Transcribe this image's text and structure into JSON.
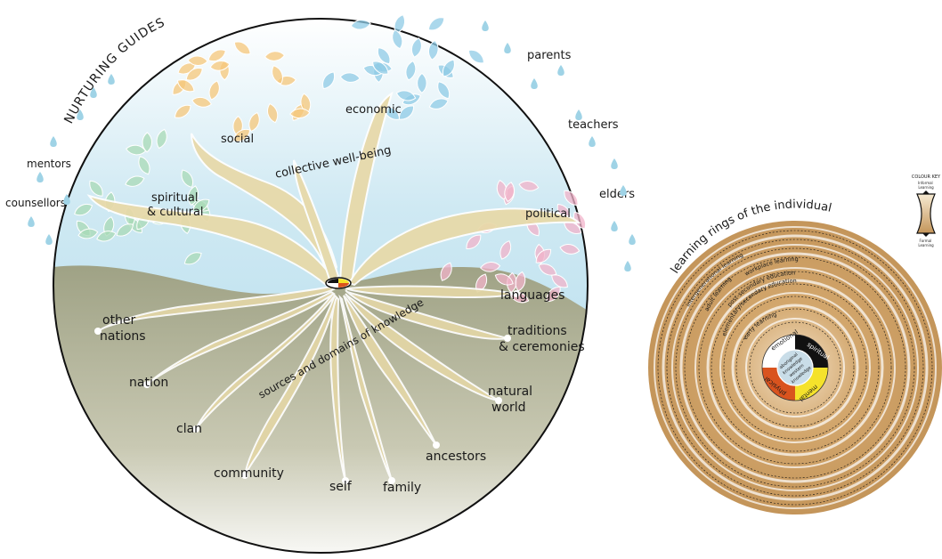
{
  "nurturing_guides": {
    "title": "NURTURING GUIDES",
    "guides": [
      "parents",
      "teachers",
      "elders",
      "mentors",
      "counsellors"
    ]
  },
  "tree": {
    "canopy": {
      "center": "collective  well-being",
      "branches": [
        "social",
        "economic",
        "spiritual\n& cultural",
        "political"
      ]
    },
    "roots": {
      "center": "sources and domains of knowledge",
      "labels": [
        "languages",
        "traditions\n& ceremonies",
        "natural\nworld",
        "ancestors",
        "family",
        "self",
        "community",
        "clan",
        "nation",
        "other\nnations"
      ]
    },
    "colors": {
      "sky": "#a9d8ea",
      "ground": "#b5b59a",
      "tree": "#e8d9a8",
      "social_leaves": "#f5c77a",
      "economic_leaves": "#8fcbe6",
      "spiritual_leaves": "#a8d9b5",
      "political_leaves": "#f2b3c9"
    }
  },
  "rings": {
    "title": "learning rings of the individual",
    "ring_labels": [
      "intergenerational learning",
      "adult learning",
      "workplace learning",
      "post-secondary education",
      "elementary/secondary education",
      "early learning"
    ],
    "quadrants": [
      "emotional",
      "spiritual",
      "physical",
      "mental"
    ],
    "core": "aboriginal\nknowledge\nwestern\nknowledge",
    "colors": {
      "ring": "#c99a5b",
      "spiritual": "#111111",
      "mental": "#f5e22b",
      "physical": "#d9531e",
      "emotional": "#ffffff"
    }
  },
  "colour_key": {
    "title": "COLOUR KEY",
    "top": "Informal\nLearning",
    "bottom": "Formal\nLearning"
  }
}
